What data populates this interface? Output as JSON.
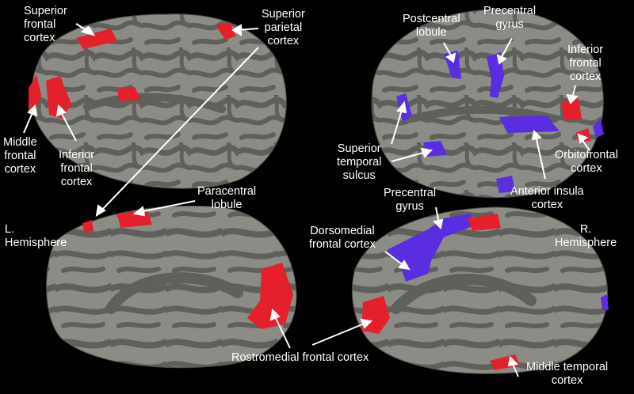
{
  "colors": {
    "background": "#000000",
    "cortex_dark": "#5f5f5b",
    "cortex_light": "#8c8c86",
    "activation_positive": "#e3202b",
    "activation_negative": "#5a2de0",
    "label_text": "#ffffff"
  },
  "legend_colors": {
    "red": "#e3202b",
    "blue": "#5a2de0"
  },
  "hemispheres": {
    "left": "L.\nHemisphere",
    "right": "R.\nHemisphere"
  },
  "labels": {
    "superior_frontal": "Superior\nfrontal\ncortex",
    "superior_parietal": "Superior\nparietal\ncortex",
    "middle_frontal": "Middle\nfrontal\ncortex",
    "inferior_frontal_left": "Inferior\nfrontal\ncortex",
    "postcentral": "Postcentral\nlobule",
    "precentral_lateral": "Precentral\ngyrus",
    "inferior_frontal_right": "Inferior\nfrontal\ncortex",
    "superior_temporal": "Superior\ntemporal\nsulcus",
    "orbitofrontal": "Orbitofrontal\ncortex",
    "anterior_insula": "Anterior insula\ncortex",
    "paracentral": "Paracentral\nlobule",
    "precentral_medial": "Precentral\ngyrus",
    "dorsomedial": "Dorsomedial\nfrontal cortex",
    "rostromedial": "Rostromedial frontal cortex",
    "middle_temporal": "Middle temporal\ncortex"
  }
}
